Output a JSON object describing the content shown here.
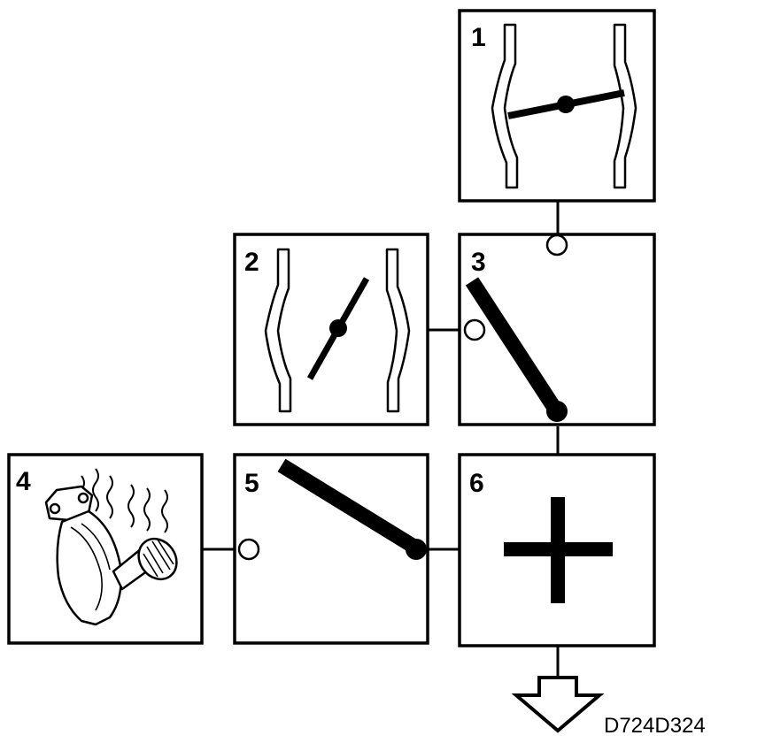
{
  "panels": [
    {
      "id": "1",
      "label": "1"
    },
    {
      "id": "2",
      "label": "2"
    },
    {
      "id": "3",
      "label": "3"
    },
    {
      "id": "4",
      "label": "4"
    },
    {
      "id": "5",
      "label": "5"
    },
    {
      "id": "6",
      "label": "6"
    }
  ],
  "drawing_code": "D724D324",
  "icons": {
    "panel1": "throttle-valve-slight-open-icon",
    "panel2": "throttle-valve-half-open-icon",
    "panel3": "throttle-lever-icon",
    "panel4": "hot-exhaust-pipe-icon",
    "panel5": "lever-position-icon",
    "panel6": "plus-icon",
    "output": "down-arrow-icon"
  }
}
